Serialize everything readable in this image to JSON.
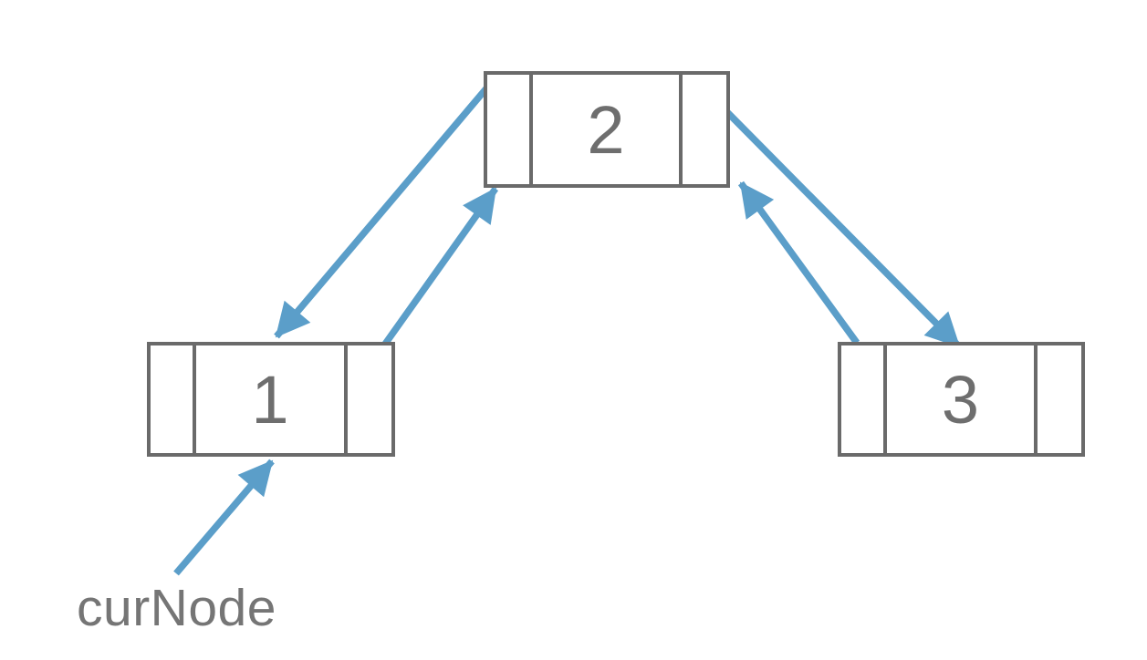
{
  "diagram": {
    "type": "doubly-linked-list",
    "nodes": [
      {
        "id": "node-1",
        "value": "1",
        "cells": [
          "prev-pointer",
          "value",
          "next-pointer"
        ]
      },
      {
        "id": "node-2",
        "value": "2",
        "cells": [
          "prev-pointer",
          "value",
          "next-pointer"
        ]
      },
      {
        "id": "node-3",
        "value": "3",
        "cells": [
          "prev-pointer",
          "value",
          "next-pointer"
        ]
      }
    ],
    "links": [
      {
        "from": "node-2.prev",
        "to": "node-1",
        "type": "pointer-arrow"
      },
      {
        "from": "node-1.next",
        "to": "node-2",
        "type": "pointer-arrow"
      },
      {
        "from": "node-2.next",
        "to": "node-3",
        "type": "pointer-arrow"
      },
      {
        "from": "node-3.prev",
        "to": "node-2",
        "type": "pointer-arrow"
      },
      {
        "from": "curNode-label",
        "to": "node-1",
        "type": "label-arrow"
      }
    ],
    "labels": {
      "cur_node": "curNode"
    }
  },
  "colors": {
    "arrow-blue": "#5B9EC9",
    "box-border": "#6A6A6A",
    "value-text": "#6E6E6E",
    "label-text": "#757575",
    "background": "#FFFFFF"
  }
}
